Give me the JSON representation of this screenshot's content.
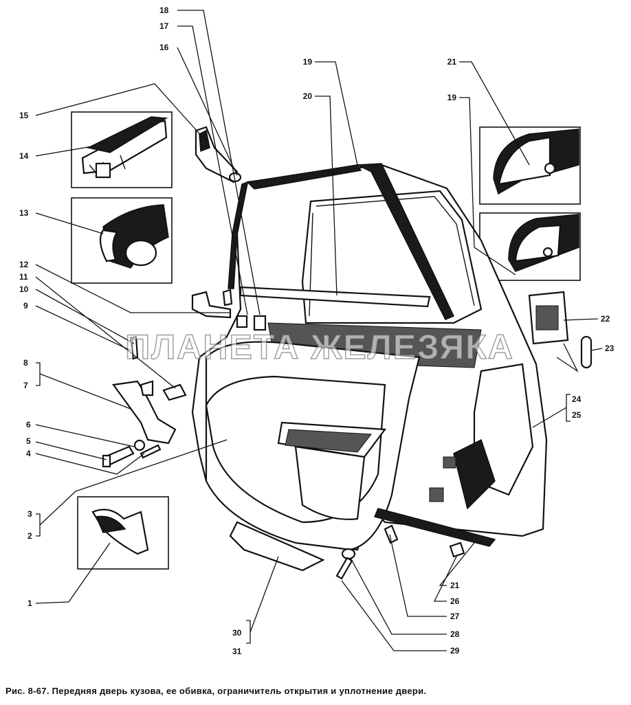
{
  "figure": {
    "caption": "Рис. 8-67. Передняя дверь кузова, ее обивка, ограничитель открытия и уплотнение двери.",
    "watermark": "ПЛАНЕТА ЖЕЛЕЗЯКА"
  },
  "callouts": [
    {
      "id": "c1",
      "label": "1"
    },
    {
      "id": "c2",
      "label": "2"
    },
    {
      "id": "c3",
      "label": "3"
    },
    {
      "id": "c4",
      "label": "4"
    },
    {
      "id": "c5",
      "label": "5"
    },
    {
      "id": "c6",
      "label": "6"
    },
    {
      "id": "c7",
      "label": "7"
    },
    {
      "id": "c8",
      "label": "8"
    },
    {
      "id": "c9",
      "label": "9"
    },
    {
      "id": "c10",
      "label": "10"
    },
    {
      "id": "c11",
      "label": "11"
    },
    {
      "id": "c12",
      "label": "12"
    },
    {
      "id": "c13",
      "label": "13"
    },
    {
      "id": "c14",
      "label": "14"
    },
    {
      "id": "c15",
      "label": "15"
    },
    {
      "id": "c16",
      "label": "16"
    },
    {
      "id": "c17",
      "label": "17"
    },
    {
      "id": "c18",
      "label": "18"
    },
    {
      "id": "c19a",
      "label": "19"
    },
    {
      "id": "c19b",
      "label": "19"
    },
    {
      "id": "c20",
      "label": "20"
    },
    {
      "id": "c21a",
      "label": "21"
    },
    {
      "id": "c21b",
      "label": "21"
    },
    {
      "id": "c22",
      "label": "22"
    },
    {
      "id": "c23",
      "label": "23"
    },
    {
      "id": "c24",
      "label": "24"
    },
    {
      "id": "c25",
      "label": "25"
    },
    {
      "id": "c26",
      "label": "26"
    },
    {
      "id": "c27",
      "label": "27"
    },
    {
      "id": "c28",
      "label": "28"
    },
    {
      "id": "c29",
      "label": "29"
    },
    {
      "id": "c30",
      "label": "30"
    },
    {
      "id": "c31",
      "label": "31"
    }
  ]
}
